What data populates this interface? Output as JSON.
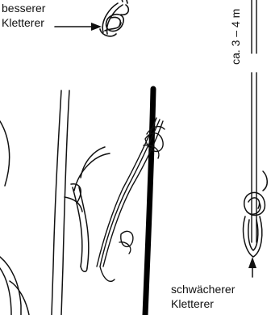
{
  "labels": {
    "top_climber_line1": "besserer",
    "top_climber_line2": "Kletterer",
    "bottom_climber_line1": "schwächerer",
    "bottom_climber_line2": "Kletterer",
    "distance": "ca. 3 – 4 m"
  },
  "colors": {
    "ink": "#111111",
    "rope_dark": "#000000",
    "background": "#ffffff"
  }
}
